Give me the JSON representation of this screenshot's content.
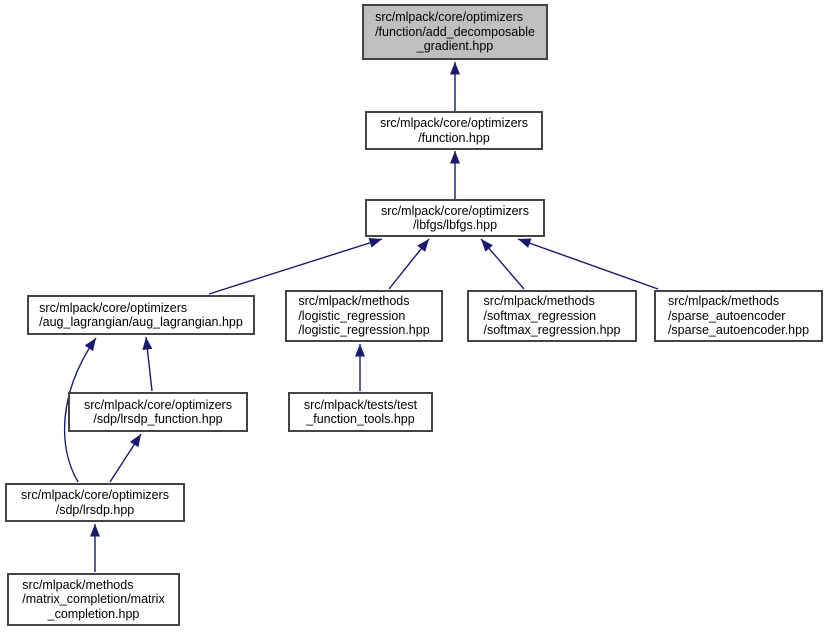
{
  "diagram": {
    "kind": "include-dependency-graph",
    "colors": {
      "edge": "#191970",
      "node_border": "#444444",
      "node_fill": "#ffffff",
      "highlight_fill": "#bfbfbf",
      "text": "#000000",
      "background": "#ffffff"
    },
    "nodes": {
      "add_decomposable_gradient": {
        "highlighted": true,
        "lines": [
          "src/mlpack/core/optimizers",
          "/function/add_decomposable",
          "_gradient.hpp"
        ]
      },
      "function": {
        "highlighted": false,
        "lines": [
          "src/mlpack/core/optimizers",
          "/function.hpp"
        ]
      },
      "lbfgs": {
        "highlighted": false,
        "lines": [
          "src/mlpack/core/optimizers",
          "/lbfgs/lbfgs.hpp"
        ]
      },
      "aug_lagrangian": {
        "highlighted": false,
        "lines": [
          "src/mlpack/core/optimizers",
          "/aug_lagrangian/aug_lagrangian.hpp"
        ]
      },
      "logistic_regression": {
        "highlighted": false,
        "lines": [
          "src/mlpack/methods",
          "/logistic_regression",
          "/logistic_regression.hpp"
        ]
      },
      "softmax_regression": {
        "highlighted": false,
        "lines": [
          "src/mlpack/methods",
          "/softmax_regression",
          "/softmax_regression.hpp"
        ]
      },
      "sparse_autoencoder": {
        "highlighted": false,
        "lines": [
          "src/mlpack/methods",
          "/sparse_autoencoder",
          "/sparse_autoencoder.hpp"
        ]
      },
      "lrsdp_function": {
        "highlighted": false,
        "lines": [
          "src/mlpack/core/optimizers",
          "/sdp/lrsdp_function.hpp"
        ]
      },
      "test_function_tools": {
        "highlighted": false,
        "lines": [
          "src/mlpack/tests/test",
          "_function_tools.hpp"
        ]
      },
      "lrsdp": {
        "highlighted": false,
        "lines": [
          "src/mlpack/core/optimizers",
          "/sdp/lrsdp.hpp"
        ]
      },
      "matrix_completion": {
        "highlighted": false,
        "lines": [
          "src/mlpack/methods",
          "/matrix_completion/matrix",
          "_completion.hpp"
        ]
      }
    },
    "edges": [
      {
        "from": "function",
        "to": "add_decomposable_gradient"
      },
      {
        "from": "lbfgs",
        "to": "function"
      },
      {
        "from": "aug_lagrangian",
        "to": "lbfgs"
      },
      {
        "from": "logistic_regression",
        "to": "lbfgs"
      },
      {
        "from": "softmax_regression",
        "to": "lbfgs"
      },
      {
        "from": "sparse_autoencoder",
        "to": "lbfgs"
      },
      {
        "from": "lrsdp_function",
        "to": "aug_lagrangian"
      },
      {
        "from": "lrsdp",
        "to": "aug_lagrangian"
      },
      {
        "from": "lrsdp",
        "to": "lrsdp_function"
      },
      {
        "from": "test_function_tools",
        "to": "logistic_regression"
      },
      {
        "from": "matrix_completion",
        "to": "lrsdp"
      }
    ]
  }
}
